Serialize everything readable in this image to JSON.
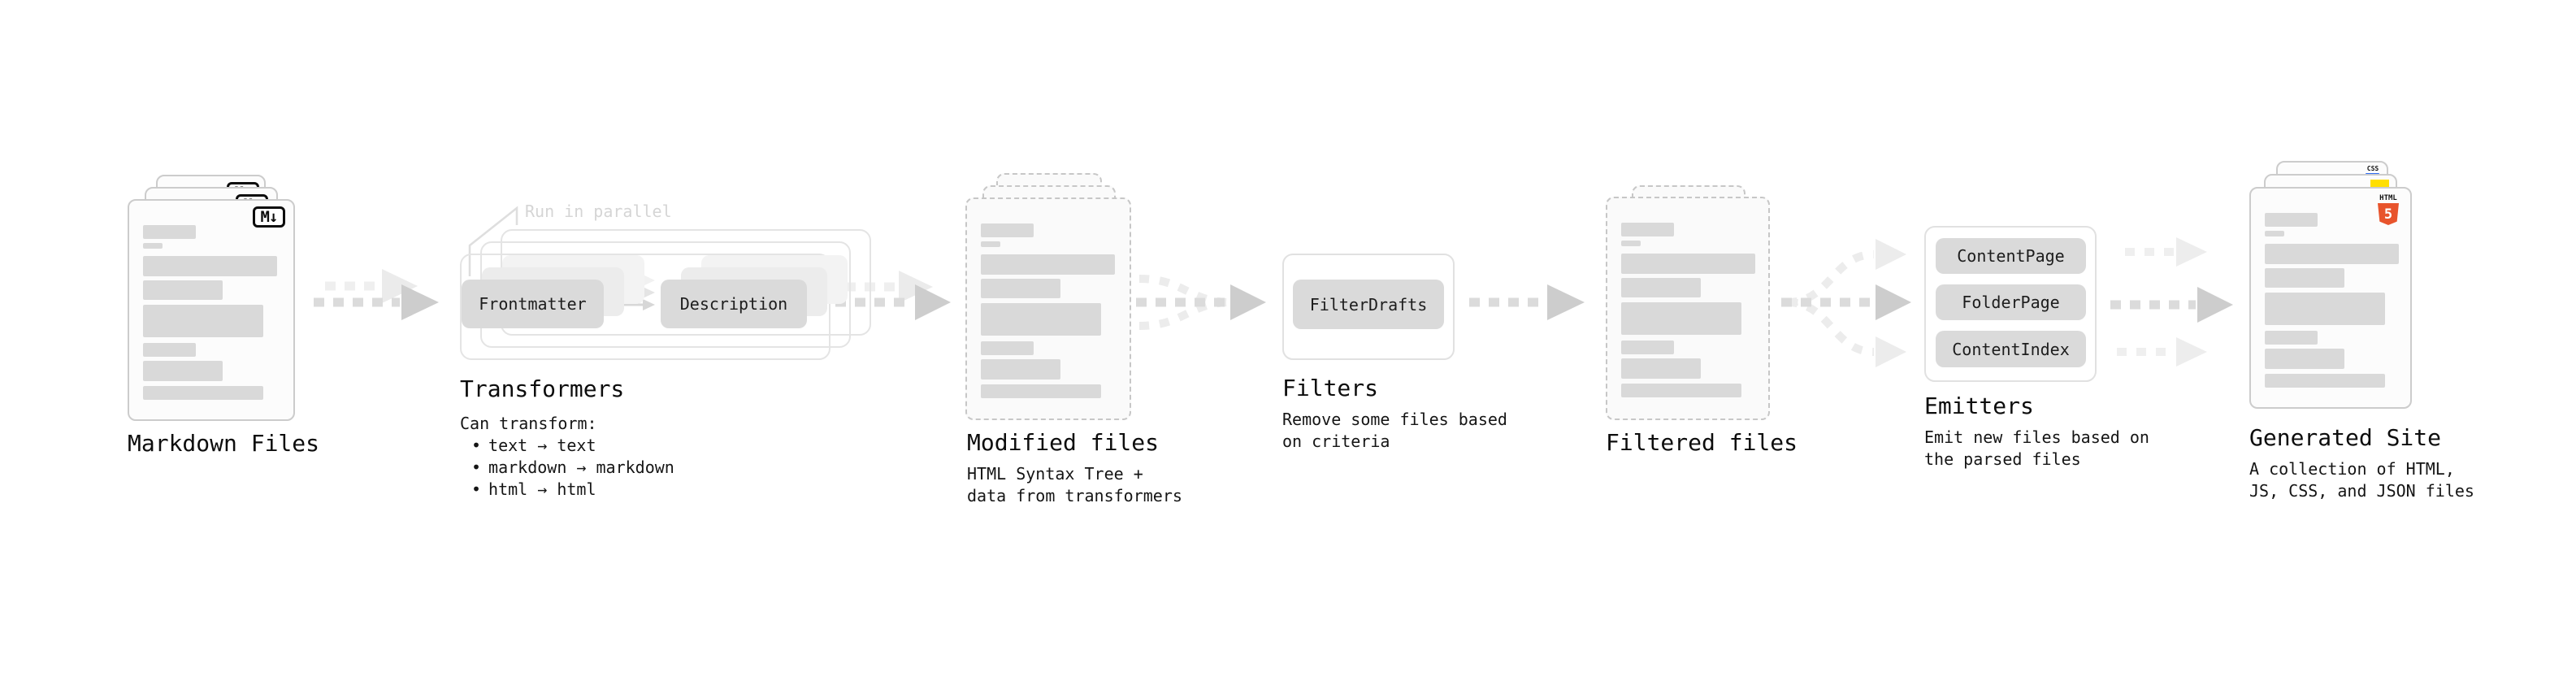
{
  "colors": {
    "html5_orange": "#e8542c",
    "js_yellow": "#ffdf00",
    "css_blue": "#2f6df2"
  },
  "ui": {
    "bullet": "•"
  },
  "pipeline": {
    "markdown": {
      "label": "Markdown Files",
      "badge": "M↓"
    },
    "transformers": {
      "label": "Transformers",
      "annotation": "Run in parallel",
      "buttons": [
        "Frontmatter",
        "Description"
      ],
      "desc_title": "Can transform:",
      "bullets": [
        "text → text",
        "markdown → markdown",
        "html → html"
      ]
    },
    "modified": {
      "label": "Modified files",
      "desc": [
        "HTML Syntax Tree +",
        "data from transformers"
      ]
    },
    "filters": {
      "label": "Filters",
      "buttons": [
        "FilterDrafts"
      ],
      "desc": [
        "Remove some files based",
        "on criteria"
      ]
    },
    "filtered": {
      "label": "Filtered files"
    },
    "emitters": {
      "label": "Emitters",
      "buttons": [
        "ContentPage",
        "FolderPage",
        "ContentIndex"
      ],
      "desc": [
        "Emit new files based on",
        "the parsed files"
      ]
    },
    "generated": {
      "label": "Generated Site",
      "badges": {
        "css": "CSS",
        "html": "HTML",
        "html_number": "5"
      },
      "desc": [
        "A collection of HTML,",
        "JS, CSS, and JSON files"
      ]
    }
  }
}
